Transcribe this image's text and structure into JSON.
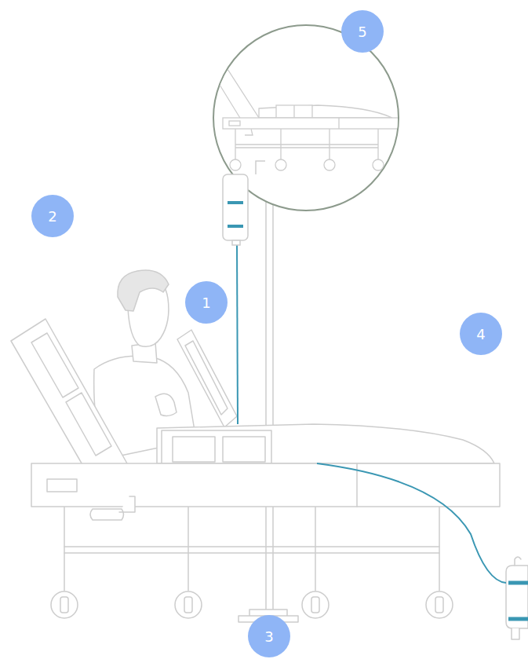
{
  "diagram": {
    "labels": [
      "5",
      "2",
      "1",
      "4",
      "3"
    ]
  }
}
